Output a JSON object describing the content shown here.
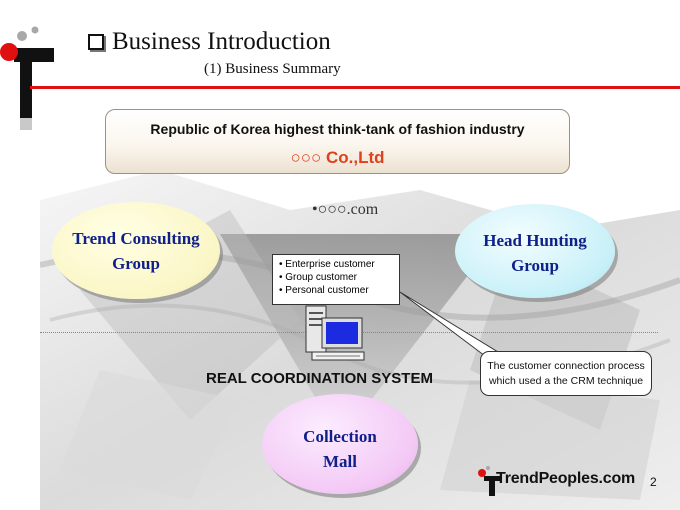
{
  "header": {
    "title": "Business Introduction",
    "subtitle": "(1) Business Summary"
  },
  "banner": {
    "line1": "Republic of  Korea highest think-tank of fashion industry",
    "line2": "○○○ Co.,Ltd"
  },
  "website": "•○○○.com",
  "groups": {
    "trend": [
      "Trend Consulting",
      "Group"
    ],
    "head": [
      "Head Hunting",
      "Group"
    ],
    "mall": [
      "Collection",
      "Mall"
    ]
  },
  "customers": [
    "Enterprise customer",
    "Group customer",
    "Personal customer"
  ],
  "system_label": "REAL COORDINATION SYSTEM",
  "callout": [
    "The customer connection process",
    "which used a the CRM technique"
  ],
  "footer": {
    "brand": "TrendPeoples.com",
    "page": "2"
  },
  "colors": {
    "accent_red": "#e01010",
    "company_orange": "#e0401a",
    "group_text": "#10208a"
  }
}
